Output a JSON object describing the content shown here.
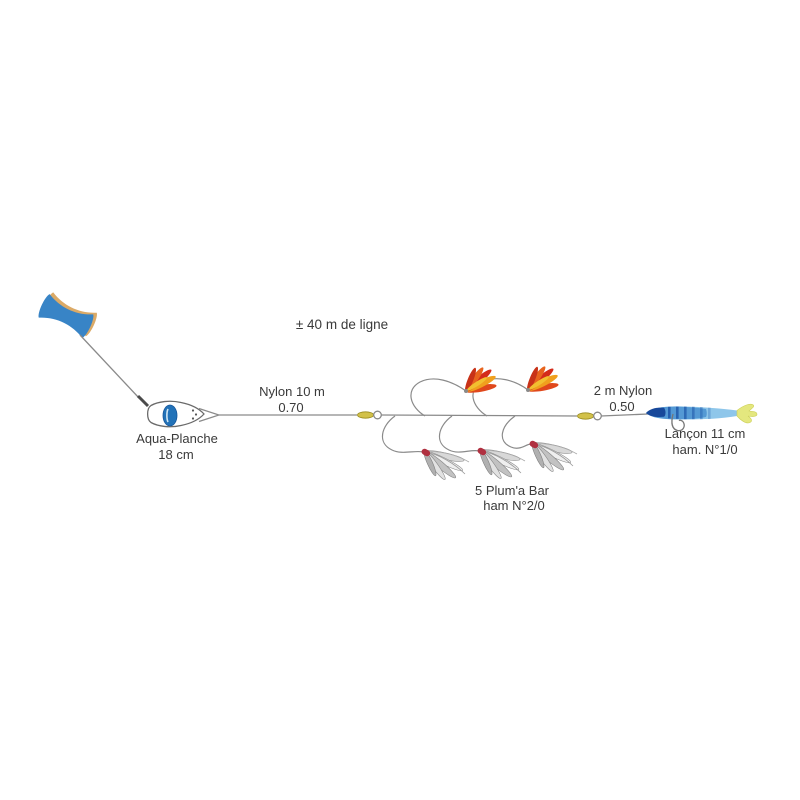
{
  "diagram_title": "Fishing rig diagram (Aqua-Planche trolling rig)",
  "labels": {
    "line_length": "± 40 m de ligne",
    "main_nylon_line1": "Nylon 10 m",
    "main_nylon_line2": "0.70",
    "float_name": "Aqua-Planche",
    "float_size": "18 cm",
    "feathers_name": "5 Plum'a Bar",
    "feathers_hook_size": "ham N°2/0",
    "trace_nylon_line1": "2 m Nylon",
    "trace_nylon_line2": "0.50",
    "lure_name": "Lançon 11 cm",
    "lure_hook_size": "ham. N°1/0"
  },
  "components": [
    {
      "name": "line-winder",
      "description": "blue line winder spool at top left"
    },
    {
      "name": "winder-line",
      "description": "line running from winder to float"
    },
    {
      "name": "snap-link",
      "description": "small dark snap clip at float nose"
    },
    {
      "name": "aqua-planche-float",
      "description": "white torpedo float with blue oval window"
    },
    {
      "name": "swivel",
      "count": 2,
      "description": "yellow barrel swivels with rings on main line"
    },
    {
      "name": "feather-lure-up",
      "count": 2,
      "description": "orange/red/yellow feather teasers above line"
    },
    {
      "name": "plume-hook-down",
      "count": 3,
      "description": "grey feathered hooks with red whipping below line"
    },
    {
      "name": "sand-eel-lure",
      "description": "blue striped soft sand-eel lure with yellow curly tail and hook"
    }
  ],
  "colors": {
    "background": "#ffffff",
    "line_gray": "#8a8a8a",
    "text": "#3a3a3a",
    "winder_blue": "#3884c6",
    "winder_edge": "#dbaa67",
    "float_oval_blue": "#2272b8",
    "swivel_yellow": "#d2c14a",
    "feather_orange": "#e8641e",
    "feather_red": "#d42b1a",
    "feather_yellow": "#f0b42c",
    "plume_gray": "#b8b8b8",
    "plume_head_red": "#b03040",
    "lure_dark_blue": "#17489a",
    "lure_mid_blue": "#4e93d2",
    "lure_light_blue": "#8ec6ea",
    "lure_tail_yellow": "#e4e77e"
  }
}
